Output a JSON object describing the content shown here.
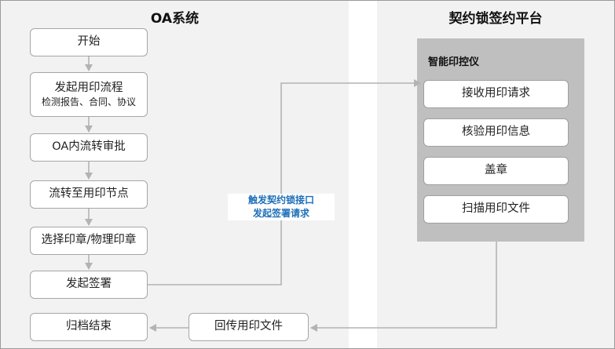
{
  "left_panel": {
    "title": "OA系统",
    "steps": [
      {
        "label": "开始"
      },
      {
        "label": "发起用印流程",
        "sub": "检测报告、合同、协议"
      },
      {
        "label": "OA内流转审批"
      },
      {
        "label": "流转至用印节点"
      },
      {
        "label": "选择印章/物理印章"
      },
      {
        "label": "发起签署"
      }
    ],
    "archive_label": "归档结束",
    "return_label": "回传用印文件"
  },
  "right_panel": {
    "title": "契约锁签约平台",
    "device_title": "智能印控仪",
    "device_steps": [
      "接收用印请求",
      "核验用印信息",
      "盖章",
      "扫描用印文件"
    ]
  },
  "connector": {
    "line1": "触发契约锁接口",
    "line2": "发起签署请求",
    "color": "#1f6fb8"
  }
}
